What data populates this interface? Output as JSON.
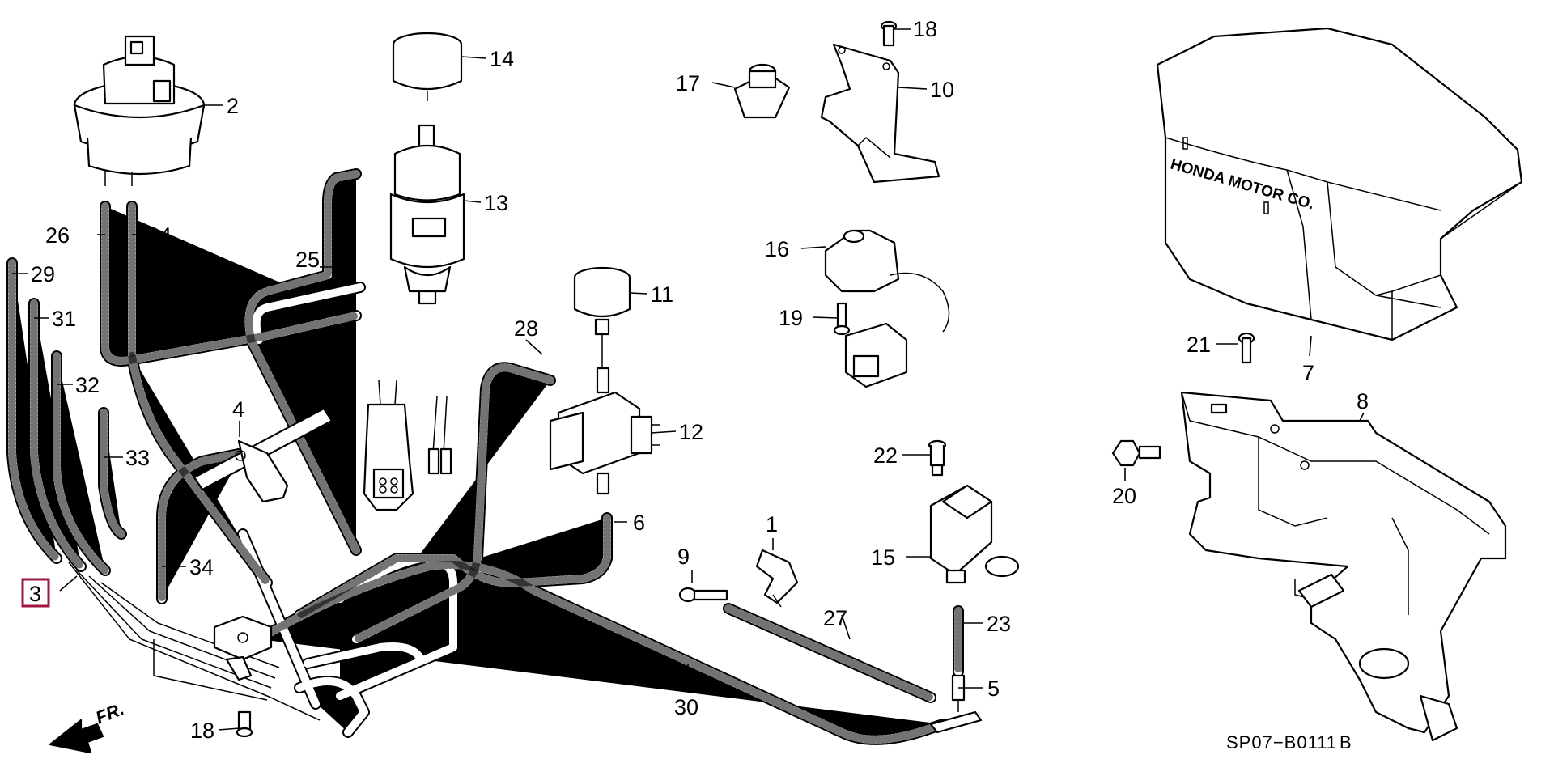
{
  "diagram": {
    "labels": {
      "p1": "1",
      "p2": "2",
      "p3": "3",
      "p4": "4",
      "p5": "5",
      "p6": "6",
      "p7": "7",
      "p8": "8",
      "p9": "9",
      "p10": "10",
      "p11": "11",
      "p12": "12",
      "p13": "13",
      "p14": "14",
      "p15": "15",
      "p16": "16",
      "p17": "17",
      "p18a": "18",
      "p18b": "18",
      "p19": "19",
      "p20": "20",
      "p21": "21",
      "p22": "22",
      "p23": "23",
      "p24": "24",
      "p25": "25",
      "p26": "26",
      "p27": "27",
      "p28": "28",
      "p29": "29",
      "p30": "30",
      "p31": "31",
      "p32": "32",
      "p33": "33",
      "p34": "34"
    },
    "highlighted_part": "3",
    "highlight_color": "#a0153e",
    "direction_label": "FR.",
    "cover_text_1": "HONDA MOTOR CO.",
    "drawing_code": "SP07−B0111",
    "drawing_revision": "B"
  }
}
